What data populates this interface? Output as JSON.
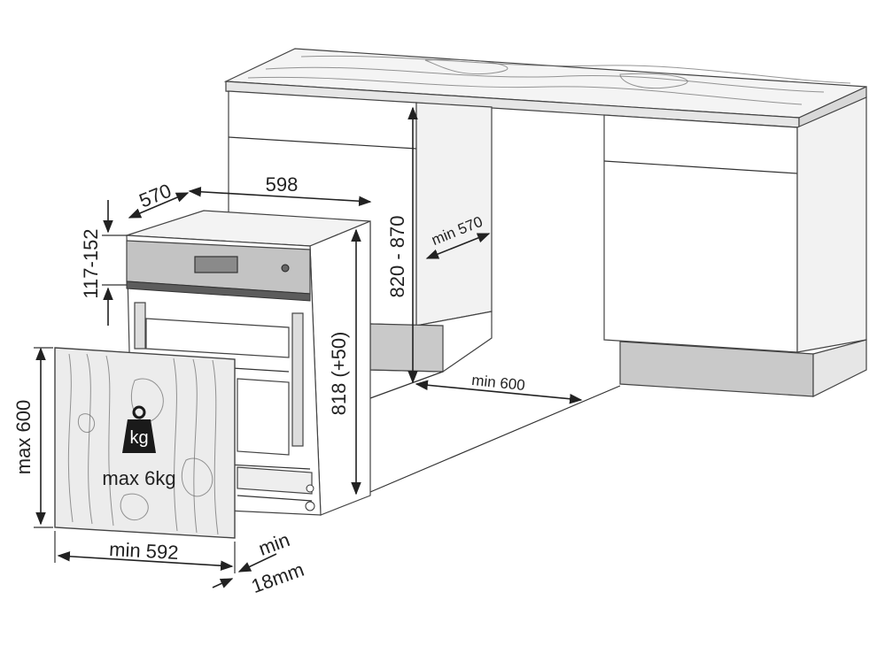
{
  "dimensions": {
    "depth": "570",
    "width": "598",
    "panel_gap": "117-152",
    "worktop_height": "820 - 870",
    "niche_depth": "min 570",
    "appliance_height": "818 (+50)",
    "niche_width": "min 600",
    "door_height": "max 600",
    "door_width": "min 592",
    "door_thickness_line1": "min",
    "door_thickness_line2": "18mm"
  },
  "weight": {
    "icon_text": "kg",
    "label": "max 6kg"
  },
  "colors": {
    "worktop": "#f6f6f6",
    "cabinet": "#ffffff",
    "plinth": "#c9c9c9",
    "panel": "#c3c3c3",
    "door_wood": "#e9e9e9",
    "outline": "#3a3a3a",
    "weight_icon": "#1a1a1a"
  }
}
